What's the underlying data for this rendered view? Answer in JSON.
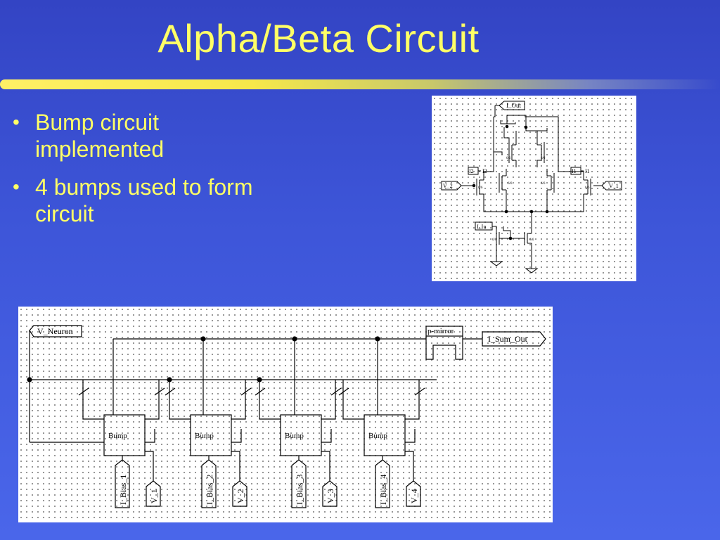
{
  "slide": {
    "title": "Alpha/Beta Circuit",
    "bullets": [
      "Bump circuit implemented",
      "4 bumps used to form circuit"
    ]
  },
  "transistor_schematic": {
    "pins": {
      "out": "I_Out",
      "in": "I_In",
      "v2": "V_2",
      "v1": "V_1",
      "i2_port": "I2",
      "i1_port": "I1"
    },
    "net_labels": {
      "i2": "I2",
      "i1": "I1"
    },
    "device_label": "6/6"
  },
  "bump_schematic": {
    "pins": {
      "neuron": "V_Neuron",
      "sum_out": "I_Sum_Out",
      "mirror": "p-mirror"
    },
    "stages": [
      {
        "block": "Bump",
        "bias": "I_Bias_1",
        "voltage": "V_1"
      },
      {
        "block": "Bump",
        "bias": "I_Bias_2",
        "voltage": "V_2"
      },
      {
        "block": "Bump",
        "bias": "I_Bias_3",
        "voltage": "V_3"
      },
      {
        "block": "Bump",
        "bias": "I_Bias_4",
        "voltage": "V_4"
      }
    ]
  },
  "colors": {
    "background": "#3d55d8",
    "text": "#ffff66",
    "rule": "#f6e84a",
    "panel": "#ffffff"
  }
}
